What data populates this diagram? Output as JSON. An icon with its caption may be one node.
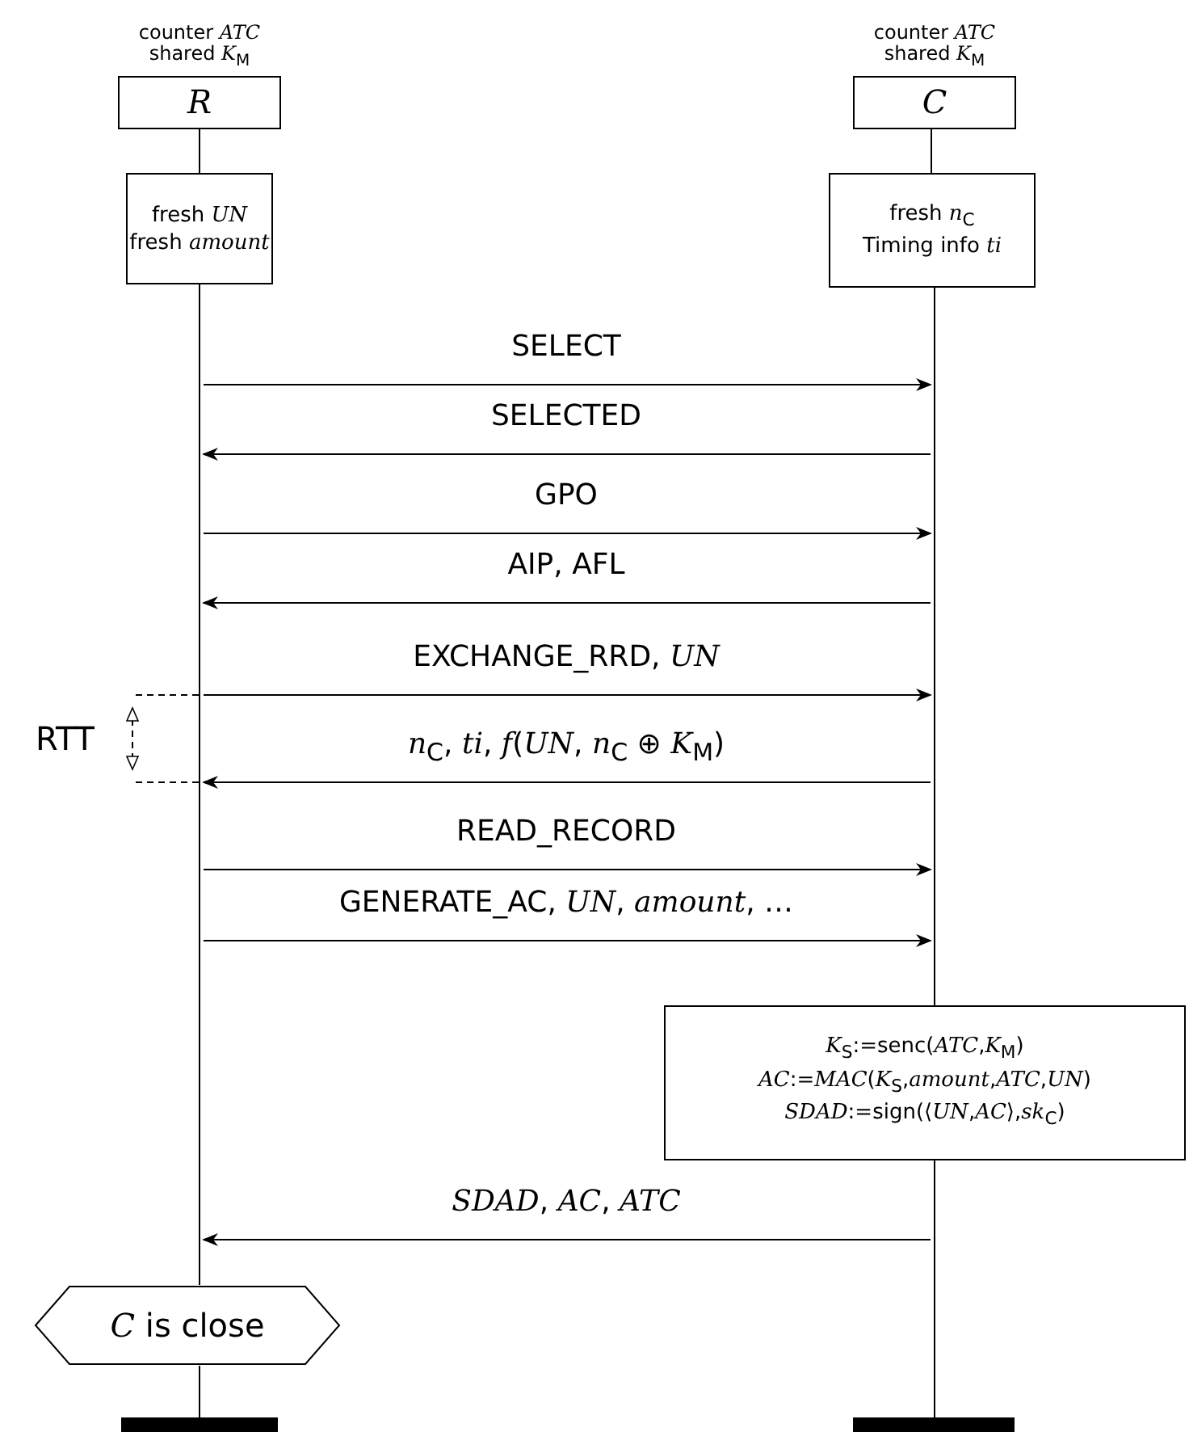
{
  "diagram": {
    "nodes": [
      {
        "text": [
          "counter *ATC* shared *K*$_{M}$",
          "*R*"
        ]
      },
      {
        "text": [
          "counter *ATC* shared *K*$_{M}$",
          "*C*"
        ]
      },
      {
        "text": [
          "fresh *UN*",
          "fresh *amount*"
        ]
      },
      {
        "text": [
          "fresh *n*$_{C}$",
          "Timing info *ti*"
        ]
      },
      {
        "text": [
          "*K*$_{S}$:=senc(*ATC*,*K*$_{M}$)",
          "*AC*:=*MAC*(*K*$_{S}$,*amount*,*ATC*,*UN*)",
          "*SDAD*:=sign(⟨*UN*,*AC*⟩,*sk*$_{C}$)"
        ]
      },
      {
        "text": [
          "*C* is close"
        ]
      },
      {
        "text": [],
        "shape": "bar"
      },
      {
        "text": [],
        "shape": "bar"
      },
      {
        "text": [],
        "shape": "line"
      },
      {
        "text": [],
        "shape": "line"
      },
      {
        "text": [],
        "shape": "line"
      }
    ],
    "edges": [
      {
        "from": 8,
        "to": 9,
        "arrow": "to",
        "label": "SELECT"
      },
      {
        "from": 9,
        "to": 8,
        "arrow": "to",
        "label": "SELECTED"
      },
      {
        "from": 8,
        "to": 9,
        "arrow": "to",
        "label": "GPO"
      },
      {
        "from": 9,
        "to": 8,
        "arrow": "to",
        "label": "AIP, AFL"
      },
      {
        "from": 8,
        "to": 9,
        "arrow": "to",
        "label": "EXCHANGE_RRD, *UN*"
      },
      {
        "from": 9,
        "to": 8,
        "arrow": "to",
        "label": "*n*$_{C}$, *ti*, *f*(*UN*, *n*$_{C}$ ⊕ *K*$_{M}$)"
      },
      {
        "from": 8,
        "to": 9,
        "arrow": "to",
        "label": "READ_RECORD"
      },
      {
        "from": 8,
        "to": 9,
        "arrow": "to",
        "label": "GENERATE_AC, *UN*, *amount*, …"
      },
      {
        "from": 10,
        "to": 8,
        "arrow": "to",
        "label": "*SDAD*, *AC*, *ATC*"
      },
      {
        "from": 0,
        "to": 2,
        "arrow": "none"
      },
      {
        "from": 5,
        "to": 6,
        "arrow": "none"
      },
      {
        "from": 1,
        "to": 3,
        "arrow": "none"
      }
    ],
    "labels": [
      "RTT"
    ]
  }
}
